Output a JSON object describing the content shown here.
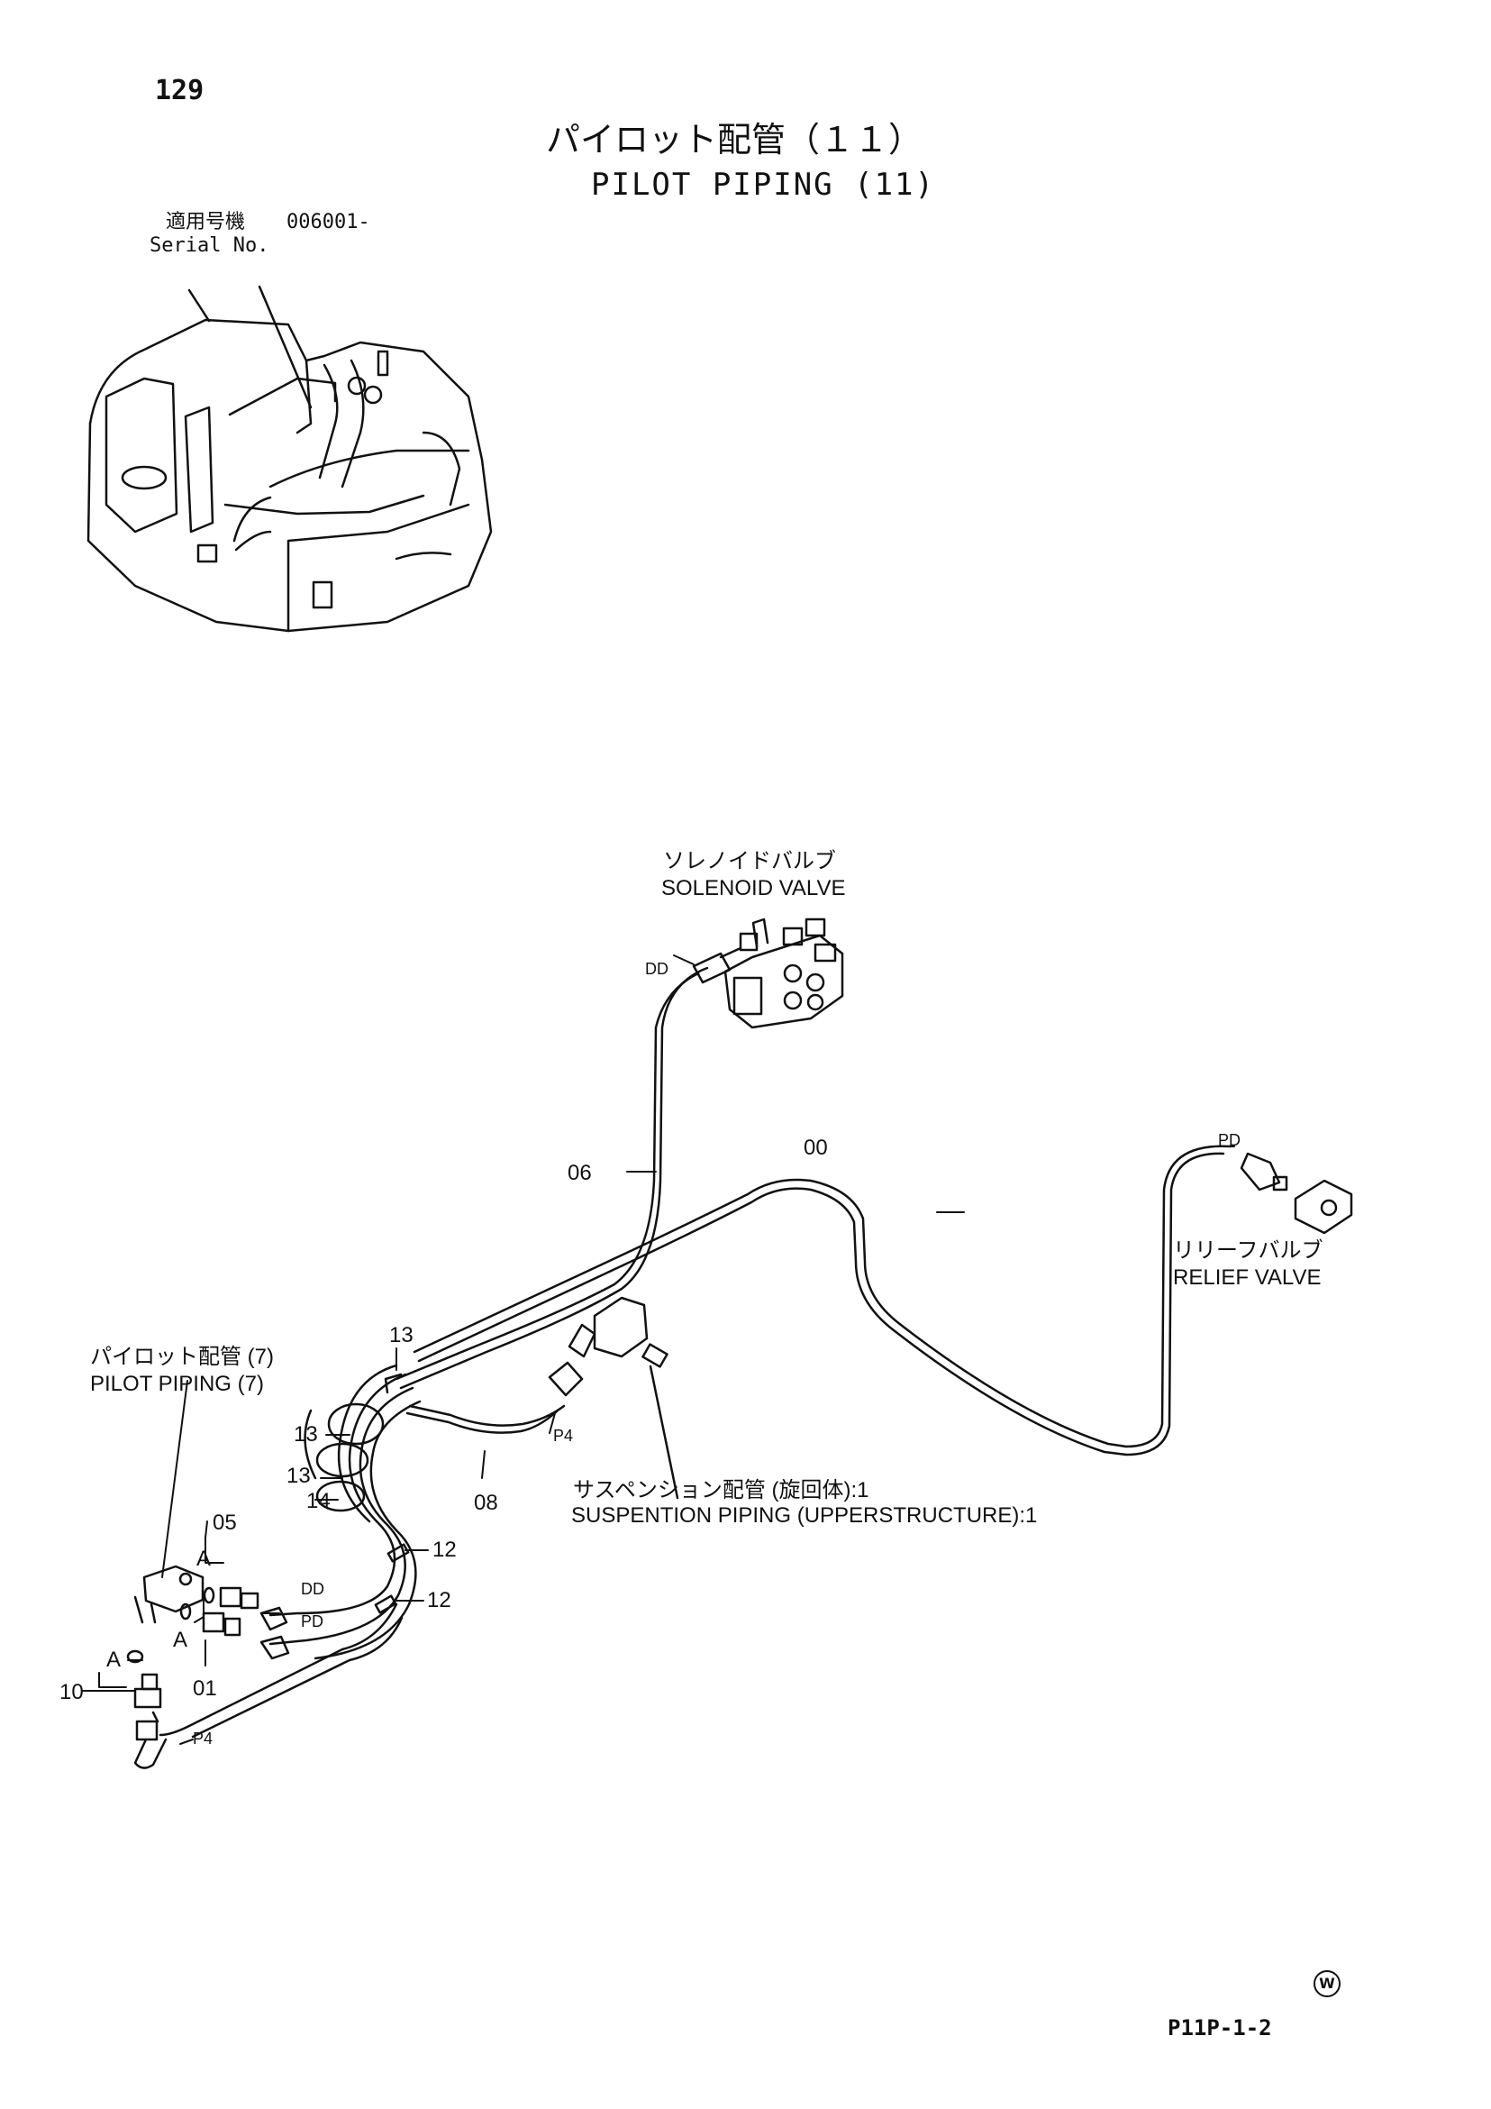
{
  "header": {
    "page_number": "129",
    "title_jp": "パイロット配管（１１）",
    "title_en": "PILOT PIPING (11)",
    "serial_label_jp": "適用号機",
    "serial_value": "006001-",
    "serial_label_en": "Serial No."
  },
  "components": {
    "solenoid_valve_jp": "ソレノイドバルブ",
    "solenoid_valve_en": "SOLENOID VALVE",
    "relief_valve_jp": "リリーフバルブ",
    "relief_valve_en": "RELIEF VALVE",
    "pilot_piping_jp": "パイロット配管 (7)",
    "pilot_piping_en": "PILOT PIPING (7)",
    "suspension_jp": "サスペンション配管 (旋回体):1",
    "suspension_en": "SUSPENTION PIPING (UPPERSTRUCTURE):1"
  },
  "port_labels": {
    "dd_top": "DD",
    "pd_top": "PD",
    "p4_mid": "P4",
    "dd_left": "DD",
    "pd_left": "PD",
    "p4_bottom": "P4"
  },
  "part_numbers": {
    "p00": "00",
    "p06": "06",
    "p08": "08",
    "p13a": "13",
    "p13b": "13",
    "p13c": "13",
    "p14": "14",
    "p12a": "12",
    "p12b": "12",
    "p05": "05",
    "p01": "01",
    "p10": "10",
    "a1": "A",
    "a2": "A",
    "a3": "A"
  },
  "footer": {
    "watermark": "W",
    "drawing_code": "P11P-1-2"
  }
}
